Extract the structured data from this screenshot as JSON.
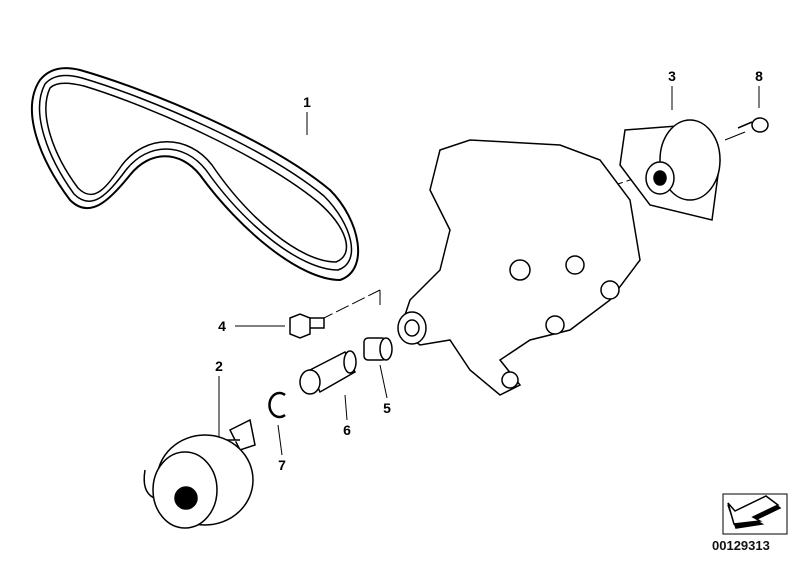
{
  "diagram": {
    "callouts": [
      {
        "id": "1",
        "label": "1"
      },
      {
        "id": "2",
        "label": "2"
      },
      {
        "id": "3",
        "label": "3"
      },
      {
        "id": "4",
        "label": "4"
      },
      {
        "id": "5",
        "label": "5"
      },
      {
        "id": "6",
        "label": "6"
      },
      {
        "id": "7",
        "label": "7"
      },
      {
        "id": "8",
        "label": "8"
      }
    ],
    "image_code": "00129313",
    "icons": [
      "drive-belt",
      "belt-tensioner",
      "idler-pulley",
      "bolt",
      "bushing",
      "sleeve",
      "circlip",
      "screw",
      "bracket",
      "arrow-icon"
    ]
  }
}
